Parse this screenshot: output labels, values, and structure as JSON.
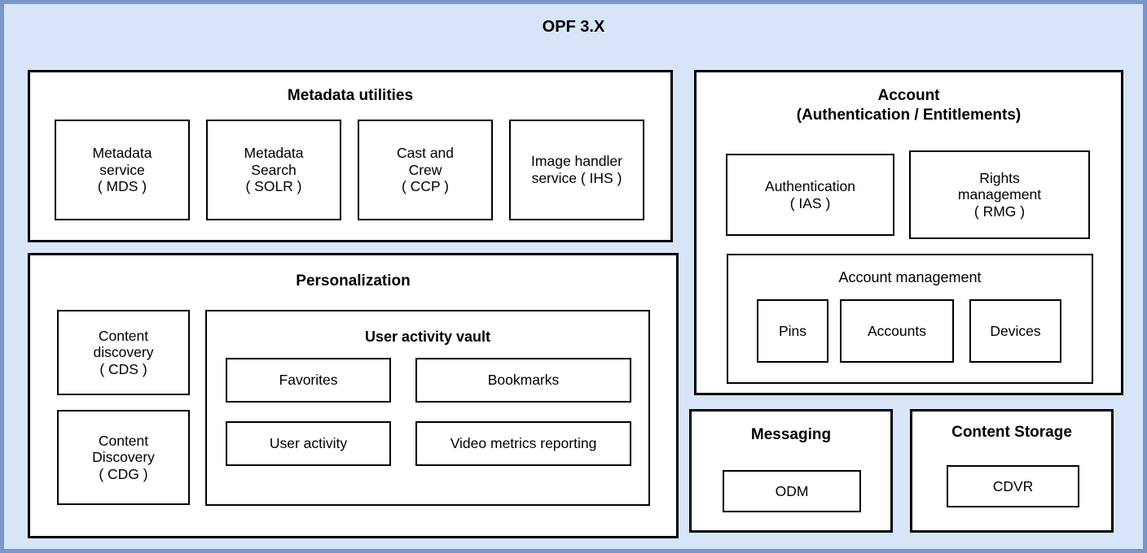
{
  "diagram": {
    "title": "OPF 3.X",
    "colors": {
      "canvas_fill": "#d8e5f8",
      "canvas_border": "#7b96c8",
      "box_border": "#000000",
      "box_fill": "#ffffff",
      "text": "#000000"
    }
  },
  "metadata_utilities": {
    "title": "Metadata utilities",
    "services": [
      {
        "label": "Metadata\nservice\n( MDS )"
      },
      {
        "label": "Metadata\nSearch\n( SOLR )"
      },
      {
        "label": "Cast and\nCrew\n( CCP )"
      },
      {
        "label": "Image handler\nservice ( IHS )"
      }
    ]
  },
  "personalization": {
    "title": "Personalization",
    "services": [
      {
        "label": "Content\ndiscovery\n( CDS )"
      },
      {
        "label": "Content\nDiscovery\n( CDG )"
      }
    ],
    "user_activity_vault": {
      "title": "User activity vault",
      "items": [
        {
          "label": "Favorites"
        },
        {
          "label": "Bookmarks"
        },
        {
          "label": "User activity"
        },
        {
          "label": "Video metrics reporting"
        }
      ]
    }
  },
  "account": {
    "title": "Account\n(Authentication / Entitlements)",
    "services": [
      {
        "label": "Authentication\n( IAS )"
      },
      {
        "label": "Rights\nmanagement\n( RMG )"
      }
    ],
    "account_management": {
      "title": "Account management",
      "items": [
        {
          "label": "Pins"
        },
        {
          "label": "Accounts"
        },
        {
          "label": "Devices"
        }
      ]
    }
  },
  "messaging": {
    "title": "Messaging",
    "items": [
      {
        "label": "ODM"
      }
    ]
  },
  "content_storage": {
    "title": "Content Storage",
    "items": [
      {
        "label": "CDVR"
      }
    ]
  }
}
